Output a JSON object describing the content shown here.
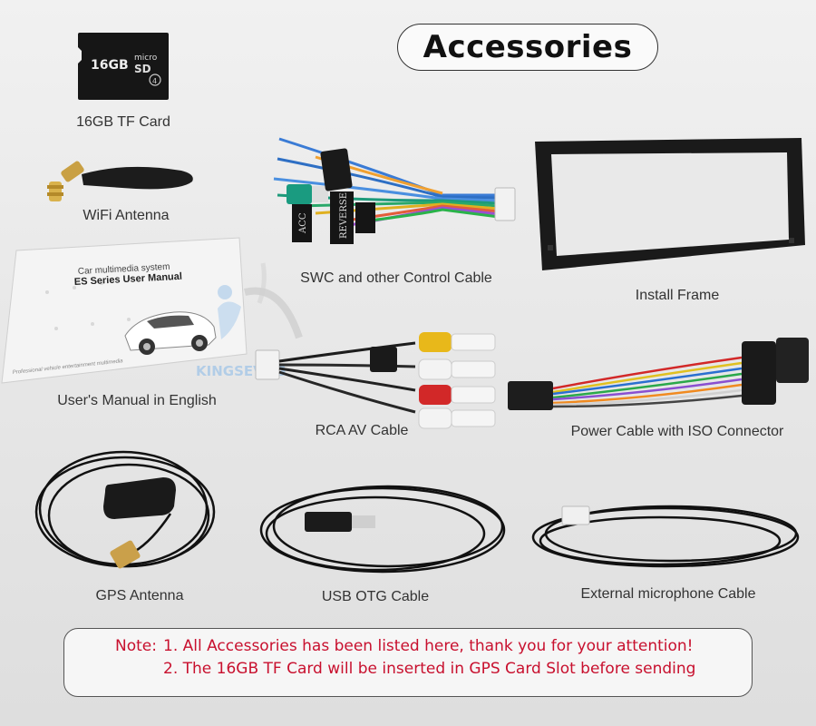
{
  "page": {
    "title": "Accessories"
  },
  "brand": {
    "watermark": "KINGSEVNG"
  },
  "items": [
    {
      "name": "tf-card",
      "label": "16GB TF Card"
    },
    {
      "name": "wifi-antenna",
      "label": "WiFi Antenna"
    },
    {
      "name": "swc-cable",
      "label": "SWC and other Control Cable"
    },
    {
      "name": "install-frame",
      "label": "Install Frame"
    },
    {
      "name": "users-manual",
      "label": "User's Manual in English"
    },
    {
      "name": "rca-av-cable",
      "label": "RCA AV Cable"
    },
    {
      "name": "power-cable",
      "label": "Power Cable with ISO Connector"
    },
    {
      "name": "gps-antenna",
      "label": "GPS Antenna"
    },
    {
      "name": "usb-otg-cable",
      "label": "USB OTG Cable"
    },
    {
      "name": "mic-cable",
      "label": "External microphone Cable"
    }
  ],
  "card": {
    "capacity": "16GB",
    "brand": "micro",
    "type": "SD",
    "class": "4"
  },
  "swc_tags": {
    "acc": "ACC",
    "reverse": "REVERSE"
  },
  "manual": {
    "line1": "Car multimedia system",
    "line2": "ES Series User Manual",
    "footer": "Professional vehicle entertainment multimedia"
  },
  "note": {
    "prefix": "Note:",
    "line1": "1. All Accessories has been listed here, thank you for your attention!",
    "line2": "2. The 16GB TF Card will be inserted in GPS Card Slot before sending"
  },
  "colors": {
    "note_text": "#c8102e",
    "frame": "#1a1a1a"
  }
}
